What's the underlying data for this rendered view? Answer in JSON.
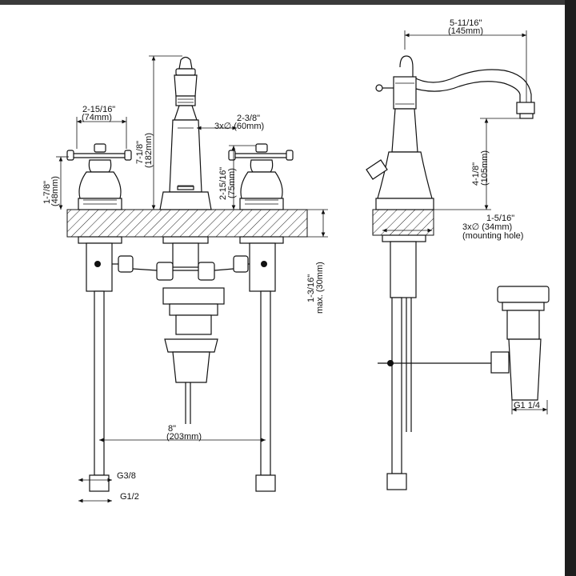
{
  "dimensions": {
    "handle_width": {
      "imperial": "2-15/16\"",
      "metric": "(74mm)"
    },
    "handle_height": {
      "imperial": "1-7/8\"",
      "metric": "(48mm)"
    },
    "spout_height": {
      "imperial": "7-1/8\"",
      "metric": "(182mm)"
    },
    "mount_diameter": {
      "imperial": "2-3/8\"",
      "metric": "3x∅ (60mm)"
    },
    "spout_body_height": {
      "imperial": "2-15/16\"",
      "metric": "(75mm)"
    },
    "deck_thickness": {
      "imperial": "1-3/16\"",
      "metric": "max. (30mm)"
    },
    "spread": {
      "imperial": "8\"",
      "metric": "(203mm)"
    },
    "spout_reach": {
      "imperial": "5-11/16\"",
      "metric": "(145mm)"
    },
    "spout_clearance": {
      "imperial": "4-1/8\"",
      "metric": "(105mm)"
    },
    "mounting_hole": {
      "imperial": "1-5/16\"",
      "metric": "3x∅ (34mm)",
      "note": "(mounting hole)"
    },
    "thread_g38": "G3/8",
    "thread_g12": "G1/2",
    "thread_g114": "G1 1/4"
  }
}
